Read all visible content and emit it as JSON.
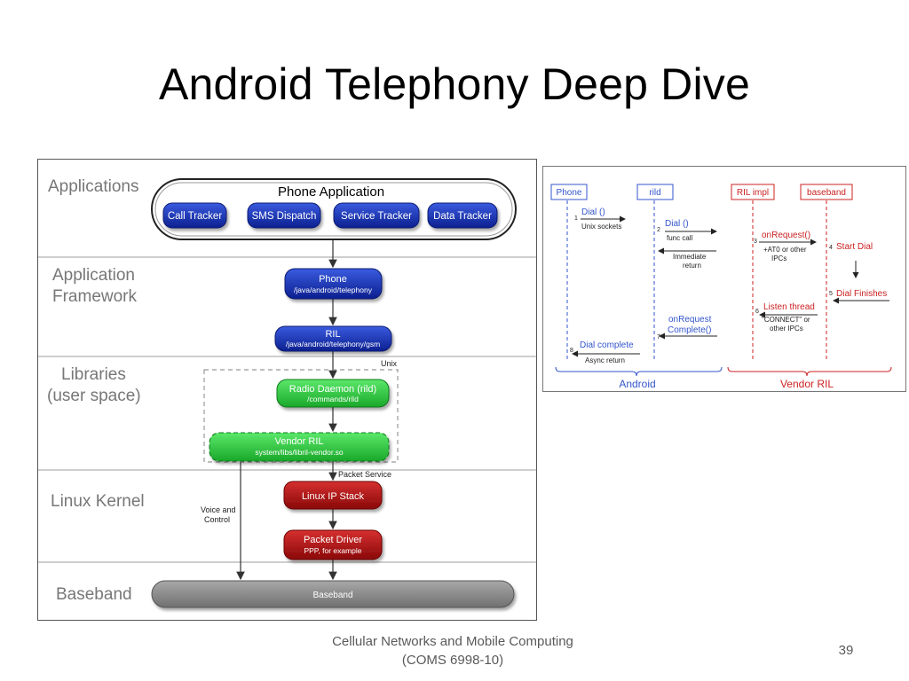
{
  "slide": {
    "title": "Android Telephony Deep Dive",
    "footer_line1": "Cellular Networks and Mobile Computing",
    "footer_line2": "(COMS 6998-10)",
    "page_number": "39"
  },
  "stack": {
    "layers": {
      "applications": [
        "Applications"
      ],
      "framework": [
        "Application",
        "Framework"
      ],
      "libraries": [
        "Libraries",
        "(user space)"
      ],
      "kernel": [
        "Linux Kernel"
      ],
      "baseband": [
        "Baseband"
      ]
    },
    "phone_app": "Phone Application",
    "apps": [
      "Call Tracker",
      "SMS Dispatch",
      "Service Tracker",
      "Data Tracker"
    ],
    "phone": {
      "name": "Phone",
      "path": "/java/android/telephony"
    },
    "ril": {
      "name": "RIL",
      "path": "/java/android/telephony/gsm"
    },
    "unix_label": "Unix",
    "rild": {
      "name": "Radio Daemon (rild)",
      "path": "/commands/rild"
    },
    "vendor_ril": {
      "name": "Vendor RIL",
      "path": "system/libs/libril-vendor.so"
    },
    "packet_service": "Packet Service",
    "voice_label": [
      "Voice and",
      "Control"
    ],
    "ip_stack": "Linux IP Stack",
    "packet_driver": {
      "name": "Packet Driver",
      "sub": "PPP, for example"
    },
    "baseband_bar": "Baseband",
    "colors": {
      "blue": "#1a33b3",
      "green": "#2ecc40",
      "red": "#b01010",
      "grey": "#8a8a8a"
    }
  },
  "seq": {
    "actors": [
      "Phone",
      "rild",
      "RIL impl",
      "baseband"
    ],
    "messages": [
      {
        "num": "1",
        "label": "Dial ()",
        "sub": "Unix sockets"
      },
      {
        "num": "2",
        "label": "Dial ()",
        "sub": "func call"
      },
      {
        "num": "",
        "label": "",
        "sub": "Immediate return"
      },
      {
        "num": "3",
        "label": "onRequest()",
        "sub": "+AT0 or other IPCs"
      },
      {
        "num": "4",
        "label": "Start Dial",
        "sub": ""
      },
      {
        "num": "5",
        "label": "Dial Finishes",
        "sub": ""
      },
      {
        "num": "6",
        "label": "Listen thread",
        "sub": "\"CONNECT\" or other IPCs"
      },
      {
        "num": "7",
        "label": "onRequest Complete()",
        "sub": ""
      },
      {
        "num": "8",
        "label": "Dial complete",
        "sub": "Async return"
      }
    ],
    "groups": [
      "Android",
      "Vendor RIL"
    ],
    "colors": {
      "blue": "#3355cc",
      "red": "#cc2222"
    }
  }
}
